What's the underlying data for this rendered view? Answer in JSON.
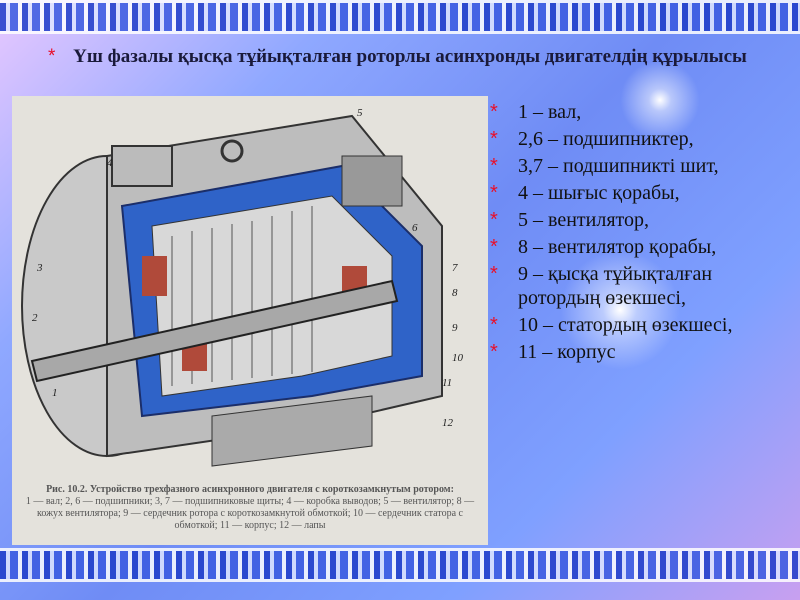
{
  "title": "Үш фазалы қысқа тұйықталған роторлы асинхронды двигателдің құрылысы",
  "figure": {
    "labels": [
      "1",
      "2",
      "3",
      "4",
      "5",
      "6",
      "7",
      "8",
      "9",
      "10",
      "11",
      "12"
    ],
    "caption_title": "Рис. 10.2. Устройство трехфазного асинхронного двигателя с короткозамкнутым ротором:",
    "caption_body": "1 — вал; 2, 6 — подшипники; 3, 7 — подшипниковые щиты; 4 — коробка выводов; 5 — вентилятор; 8 — кожух вентилятора; 9 — сердечник ротора с короткозамкнутой обмоткой; 10 — сердечник статора с обмоткой; 11 — корпус; 12 — лапы"
  },
  "list": [
    "1 – вал,",
    "2,6 – подшипниктер,",
    "3,7 – подшипникті шит,",
    "4 – шығыс қорабы,",
    "5 – вентилятор,",
    "8 – вентилятор қорабы,",
    "9 – қысқа тұйықталған ротордың өзекшесі,",
    "10 – статордың өзекшесі,",
    "11 – корпус"
  ],
  "bullet": "*",
  "colors": {
    "bullet": "#e8102a",
    "background": "#6f8cf5",
    "motor_blue": "#2f63c8"
  }
}
